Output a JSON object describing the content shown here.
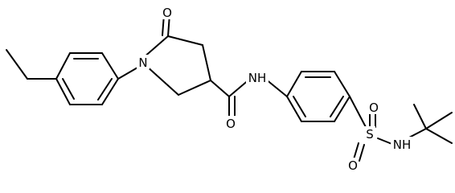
{
  "atoms": {
    "oxygen_carbonyl_ring": "O",
    "nitrogen_ring": "N",
    "nitrogen_amide": "NH",
    "oxygen_amide": "O",
    "sulfur": "S",
    "oxygen_sulfonyl_left": "O",
    "oxygen_sulfonyl_bottom": "O",
    "nitrogen_sulfonamide": "NH"
  },
  "colors": {
    "bond": "#000000",
    "label": "#000000",
    "background": "#ffffff"
  }
}
